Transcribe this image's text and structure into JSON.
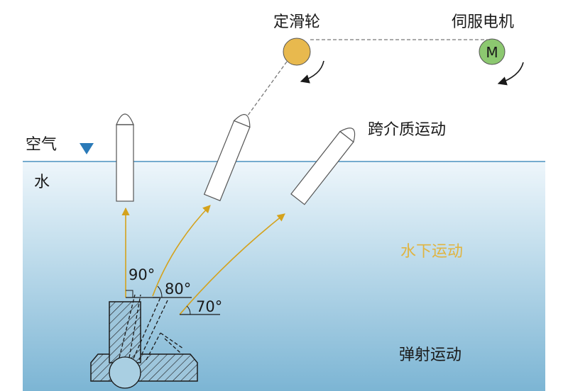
{
  "labels": {
    "fixed_pulley": "定滑轮",
    "servo_motor": "伺服电机",
    "motor_symbol": "M",
    "cross_medium": "跨介质运动",
    "air": "空气",
    "water": "水",
    "underwater": "水下运动",
    "ejection": "弹射运动",
    "angle_90": "90°",
    "angle_80": "80°",
    "angle_70": "70°"
  },
  "colors": {
    "water_top": "#eaf4fa",
    "water_bottom": "#7fb8d6",
    "surface_line": "#4a90bf",
    "trajectory": "#d4a21c",
    "pulley": "#e8b94e",
    "motor": "#8cc870",
    "underwater_text": "#e0b440",
    "water_marker": "#2a7ab8"
  }
}
